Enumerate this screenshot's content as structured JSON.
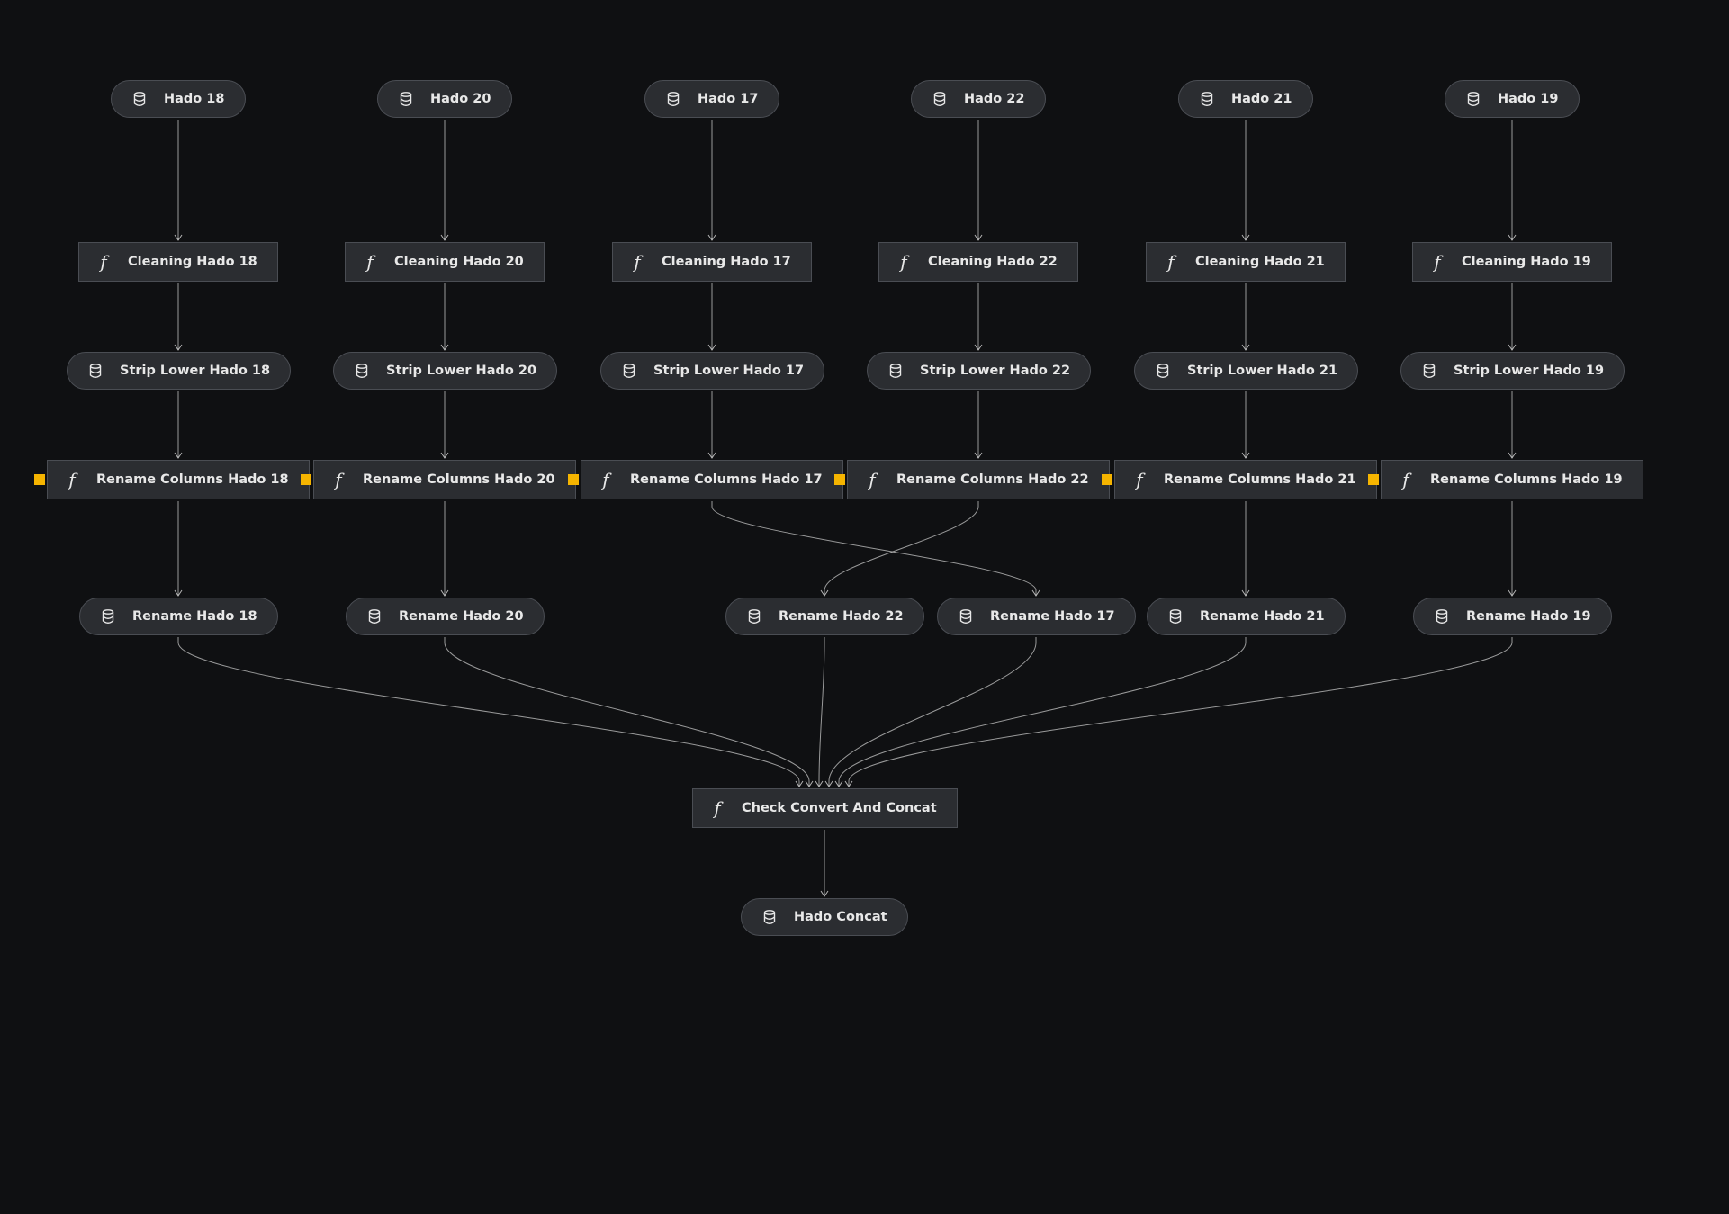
{
  "colors": {
    "background": "#0f1012",
    "node_fill": "#2b2d31",
    "node_border": "#4a4d53",
    "edge": "#c8c8c8",
    "parameter_marker": "#f5b400"
  },
  "nodes": [
    {
      "id": "hado18",
      "label": "Hado 18",
      "type": "dataset",
      "icon": "database-icon"
    },
    {
      "id": "hado20",
      "label": "Hado 20",
      "type": "dataset",
      "icon": "database-icon"
    },
    {
      "id": "hado17",
      "label": "Hado 17",
      "type": "dataset",
      "icon": "database-icon"
    },
    {
      "id": "hado22",
      "label": "Hado 22",
      "type": "dataset",
      "icon": "database-icon"
    },
    {
      "id": "hado21",
      "label": "Hado 21",
      "type": "dataset",
      "icon": "database-icon"
    },
    {
      "id": "hado19",
      "label": "Hado 19",
      "type": "dataset",
      "icon": "database-icon"
    },
    {
      "id": "clean18",
      "label": "Cleaning Hado 18",
      "type": "function",
      "icon": "function-icon"
    },
    {
      "id": "clean20",
      "label": "Cleaning Hado 20",
      "type": "function",
      "icon": "function-icon"
    },
    {
      "id": "clean17",
      "label": "Cleaning Hado 17",
      "type": "function",
      "icon": "function-icon"
    },
    {
      "id": "clean22",
      "label": "Cleaning Hado 22",
      "type": "function",
      "icon": "function-icon"
    },
    {
      "id": "clean21",
      "label": "Cleaning Hado 21",
      "type": "function",
      "icon": "function-icon"
    },
    {
      "id": "clean19",
      "label": "Cleaning Hado 19",
      "type": "function",
      "icon": "function-icon"
    },
    {
      "id": "strip18",
      "label": "Strip Lower Hado 18",
      "type": "dataset",
      "icon": "database-icon"
    },
    {
      "id": "strip20",
      "label": "Strip Lower Hado 20",
      "type": "dataset",
      "icon": "database-icon"
    },
    {
      "id": "strip17",
      "label": "Strip Lower Hado 17",
      "type": "dataset",
      "icon": "database-icon"
    },
    {
      "id": "strip22",
      "label": "Strip Lower Hado 22",
      "type": "dataset",
      "icon": "database-icon"
    },
    {
      "id": "strip21",
      "label": "Strip Lower Hado 21",
      "type": "dataset",
      "icon": "database-icon"
    },
    {
      "id": "strip19",
      "label": "Strip Lower Hado 19",
      "type": "dataset",
      "icon": "database-icon"
    },
    {
      "id": "rc18",
      "label": "Rename Columns Hado 18",
      "type": "function",
      "icon": "function-icon",
      "parameter_marker": true
    },
    {
      "id": "rc20",
      "label": "Rename Columns Hado 20",
      "type": "function",
      "icon": "function-icon",
      "parameter_marker": true
    },
    {
      "id": "rc17",
      "label": "Rename Columns Hado 17",
      "type": "function",
      "icon": "function-icon",
      "parameter_marker": true
    },
    {
      "id": "rc22",
      "label": "Rename Columns Hado 22",
      "type": "function",
      "icon": "function-icon",
      "parameter_marker": true
    },
    {
      "id": "rc21",
      "label": "Rename Columns Hado 21",
      "type": "function",
      "icon": "function-icon",
      "parameter_marker": true
    },
    {
      "id": "rc19",
      "label": "Rename Columns Hado 19",
      "type": "function",
      "icon": "function-icon",
      "parameter_marker": true
    },
    {
      "id": "rn18",
      "label": "Rename Hado 18",
      "type": "dataset",
      "icon": "database-icon"
    },
    {
      "id": "rn20",
      "label": "Rename Hado 20",
      "type": "dataset",
      "icon": "database-icon"
    },
    {
      "id": "rn22",
      "label": "Rename Hado 22",
      "type": "dataset",
      "icon": "database-icon"
    },
    {
      "id": "rn17",
      "label": "Rename Hado 17",
      "type": "dataset",
      "icon": "database-icon"
    },
    {
      "id": "rn21",
      "label": "Rename Hado 21",
      "type": "dataset",
      "icon": "database-icon"
    },
    {
      "id": "rn19",
      "label": "Rename Hado 19",
      "type": "dataset",
      "icon": "database-icon"
    },
    {
      "id": "concat_fn",
      "label": "Check Convert And Concat",
      "type": "function",
      "icon": "function-icon"
    },
    {
      "id": "concat_ds",
      "label": "Hado Concat",
      "type": "dataset",
      "icon": "database-icon"
    }
  ],
  "edges": [
    [
      "hado18",
      "clean18"
    ],
    [
      "hado20",
      "clean20"
    ],
    [
      "hado17",
      "clean17"
    ],
    [
      "hado22",
      "clean22"
    ],
    [
      "hado21",
      "clean21"
    ],
    [
      "hado19",
      "clean19"
    ],
    [
      "clean18",
      "strip18"
    ],
    [
      "clean20",
      "strip20"
    ],
    [
      "clean17",
      "strip17"
    ],
    [
      "clean22",
      "strip22"
    ],
    [
      "clean21",
      "strip21"
    ],
    [
      "clean19",
      "strip19"
    ],
    [
      "strip18",
      "rc18"
    ],
    [
      "strip20",
      "rc20"
    ],
    [
      "strip17",
      "rc17"
    ],
    [
      "strip22",
      "rc22"
    ],
    [
      "strip21",
      "rc21"
    ],
    [
      "strip19",
      "rc19"
    ],
    [
      "rc18",
      "rn18"
    ],
    [
      "rc20",
      "rn20"
    ],
    [
      "rc17",
      "rn17"
    ],
    [
      "rc22",
      "rn22"
    ],
    [
      "rc21",
      "rn21"
    ],
    [
      "rc19",
      "rn19"
    ],
    [
      "rn18",
      "concat_fn"
    ],
    [
      "rn20",
      "concat_fn"
    ],
    [
      "rn22",
      "concat_fn"
    ],
    [
      "rn17",
      "concat_fn"
    ],
    [
      "rn21",
      "concat_fn"
    ],
    [
      "rn19",
      "concat_fn"
    ],
    [
      "concat_fn",
      "concat_ds"
    ]
  ]
}
